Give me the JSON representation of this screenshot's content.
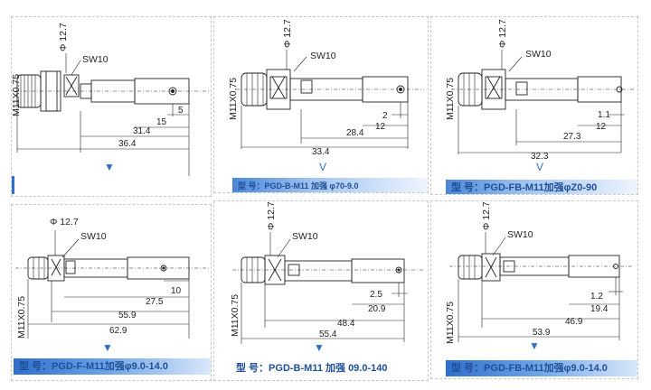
{
  "drawings": [
    {
      "dia": "Φ 12.7",
      "hex": "SW10",
      "thread": "M11X0.75",
      "dims": [
        "5",
        "15",
        "31.4",
        "36.4"
      ],
      "marker": "▼",
      "banner": ""
    },
    {
      "dia": "Φ 12.7",
      "hex": "SW10",
      "thread": "M11X0.75",
      "dims": [
        "2",
        "12",
        "28.4",
        "33.4"
      ],
      "marker": "V",
      "banner": "型 号：PGD-B-M11 加强 φ70-9.0"
    },
    {
      "dia": "Φ 12.7",
      "hex": "SW10",
      "thread": "M11X0.75",
      "dims": [
        "1.1",
        "12",
        "27.3",
        "32.3"
      ],
      "marker": "V",
      "banner": "型 号：PGD-FB-M11加强φZ0-90"
    },
    {
      "dia": "Φ 12.7",
      "hex": "SW10",
      "thread": "M11X0.75",
      "dims": [
        "10",
        "27.5",
        "55.9",
        "62.9"
      ],
      "marker": "▼",
      "banner": "型 号：PGD-F-M11加强φ9.0-14.0"
    },
    {
      "dia": "Φ 12.7",
      "hex": "SW10",
      "thread": "M11X0.75",
      "dims": [
        "2.5",
        "20.9",
        "48.4",
        "55.4"
      ],
      "marker": "▼",
      "banner": "型 号：PGD-B-M11 加强    09.0-140"
    },
    {
      "dia": "Φ 12.7",
      "hex": "SW10",
      "thread": "M11X0.75",
      "dims": [
        "1.2",
        "19.4",
        "46.9",
        "53.9"
      ],
      "marker": "▼",
      "banner": "型 号：PGD-FB-M11加强φ9.0-14.0"
    }
  ]
}
